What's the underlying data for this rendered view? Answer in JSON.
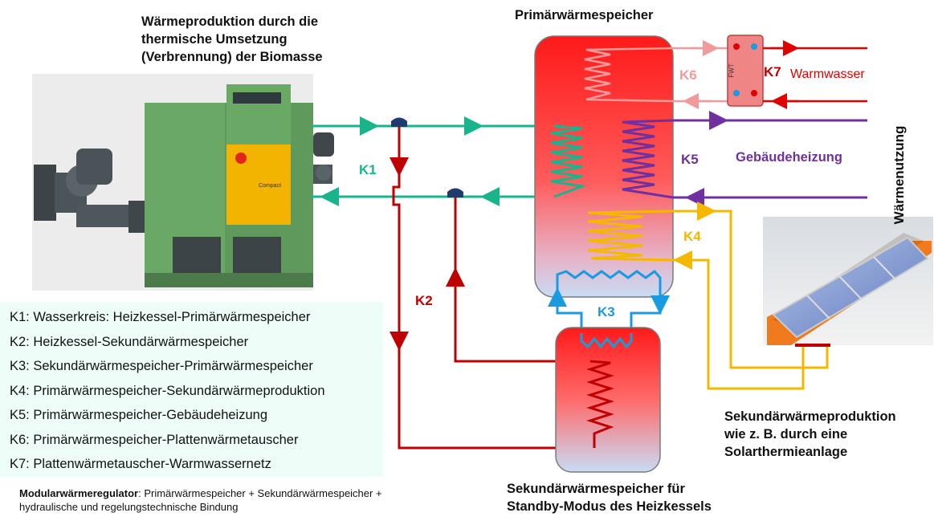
{
  "titles": {
    "biomass_line1": "Wärmeproduktion durch die",
    "biomass_line2": "thermische Umsetzung",
    "biomass_line3": "(Verbrennung) der Biomasse",
    "primary_storage": "Primärwärmespeicher",
    "secondary_production_line1": "Sekundärwärmeproduktion",
    "secondary_production_line2": "wie z. B. durch eine",
    "secondary_production_line3": "Solarthermieanlage",
    "standby_line1": "Sekundärwärmespeicher für",
    "standby_line2": "Standby-Modus des Heizkessels"
  },
  "circuits": {
    "k1": "K1",
    "k2": "K2",
    "k3": "K3",
    "k4": "K4",
    "k5": "K5",
    "k6": "K6",
    "k7": "K7"
  },
  "labels": {
    "warmwasser": "Warmwasser",
    "gebaeudeheizung": "Gebäudeheizung",
    "waermenutzung": "Wärmenutzung",
    "fwt": "FWT",
    "boiler_brand": "Compact"
  },
  "legend": [
    "K1: Wasserkreis: Heizkessel-Primärwärmespeicher",
    "K2: Heizkessel-Sekundärwärmespeicher",
    "K3: Sekundärwärmespeicher-Primärwärmespeicher",
    "K4: Primärwärmespeicher-Sekundärwärmeproduktion",
    "K5: Primärwärmespeicher-Gebäudeheizung",
    "K6: Primärwärmespeicher-Plattenwärmetauscher",
    "K7: Plattenwärmetauscher-Warmwassernetz"
  ],
  "footnote": {
    "term": "Modularwärmeregulator",
    "text": ": Primärwärmespeicher + Sekundärwärmespeicher + hydraulische und regelungstechnische Bindung"
  },
  "colors": {
    "k1": "#1ab48c",
    "k2": "#c00000",
    "k3": "#1a9ae0",
    "k4": "#f5b800",
    "k5": "#7030a0",
    "k6": "#f29a9a",
    "k7": "#e00000",
    "boiler": "#5f9a5c",
    "tank_top": "#ff1a1a",
    "tank_bottom": "#c8dcf5"
  },
  "icons": {
    "boiler": "biomass-boiler-icon",
    "solar": "solar-panel-icon",
    "valve": "mixing-valve-icon"
  }
}
